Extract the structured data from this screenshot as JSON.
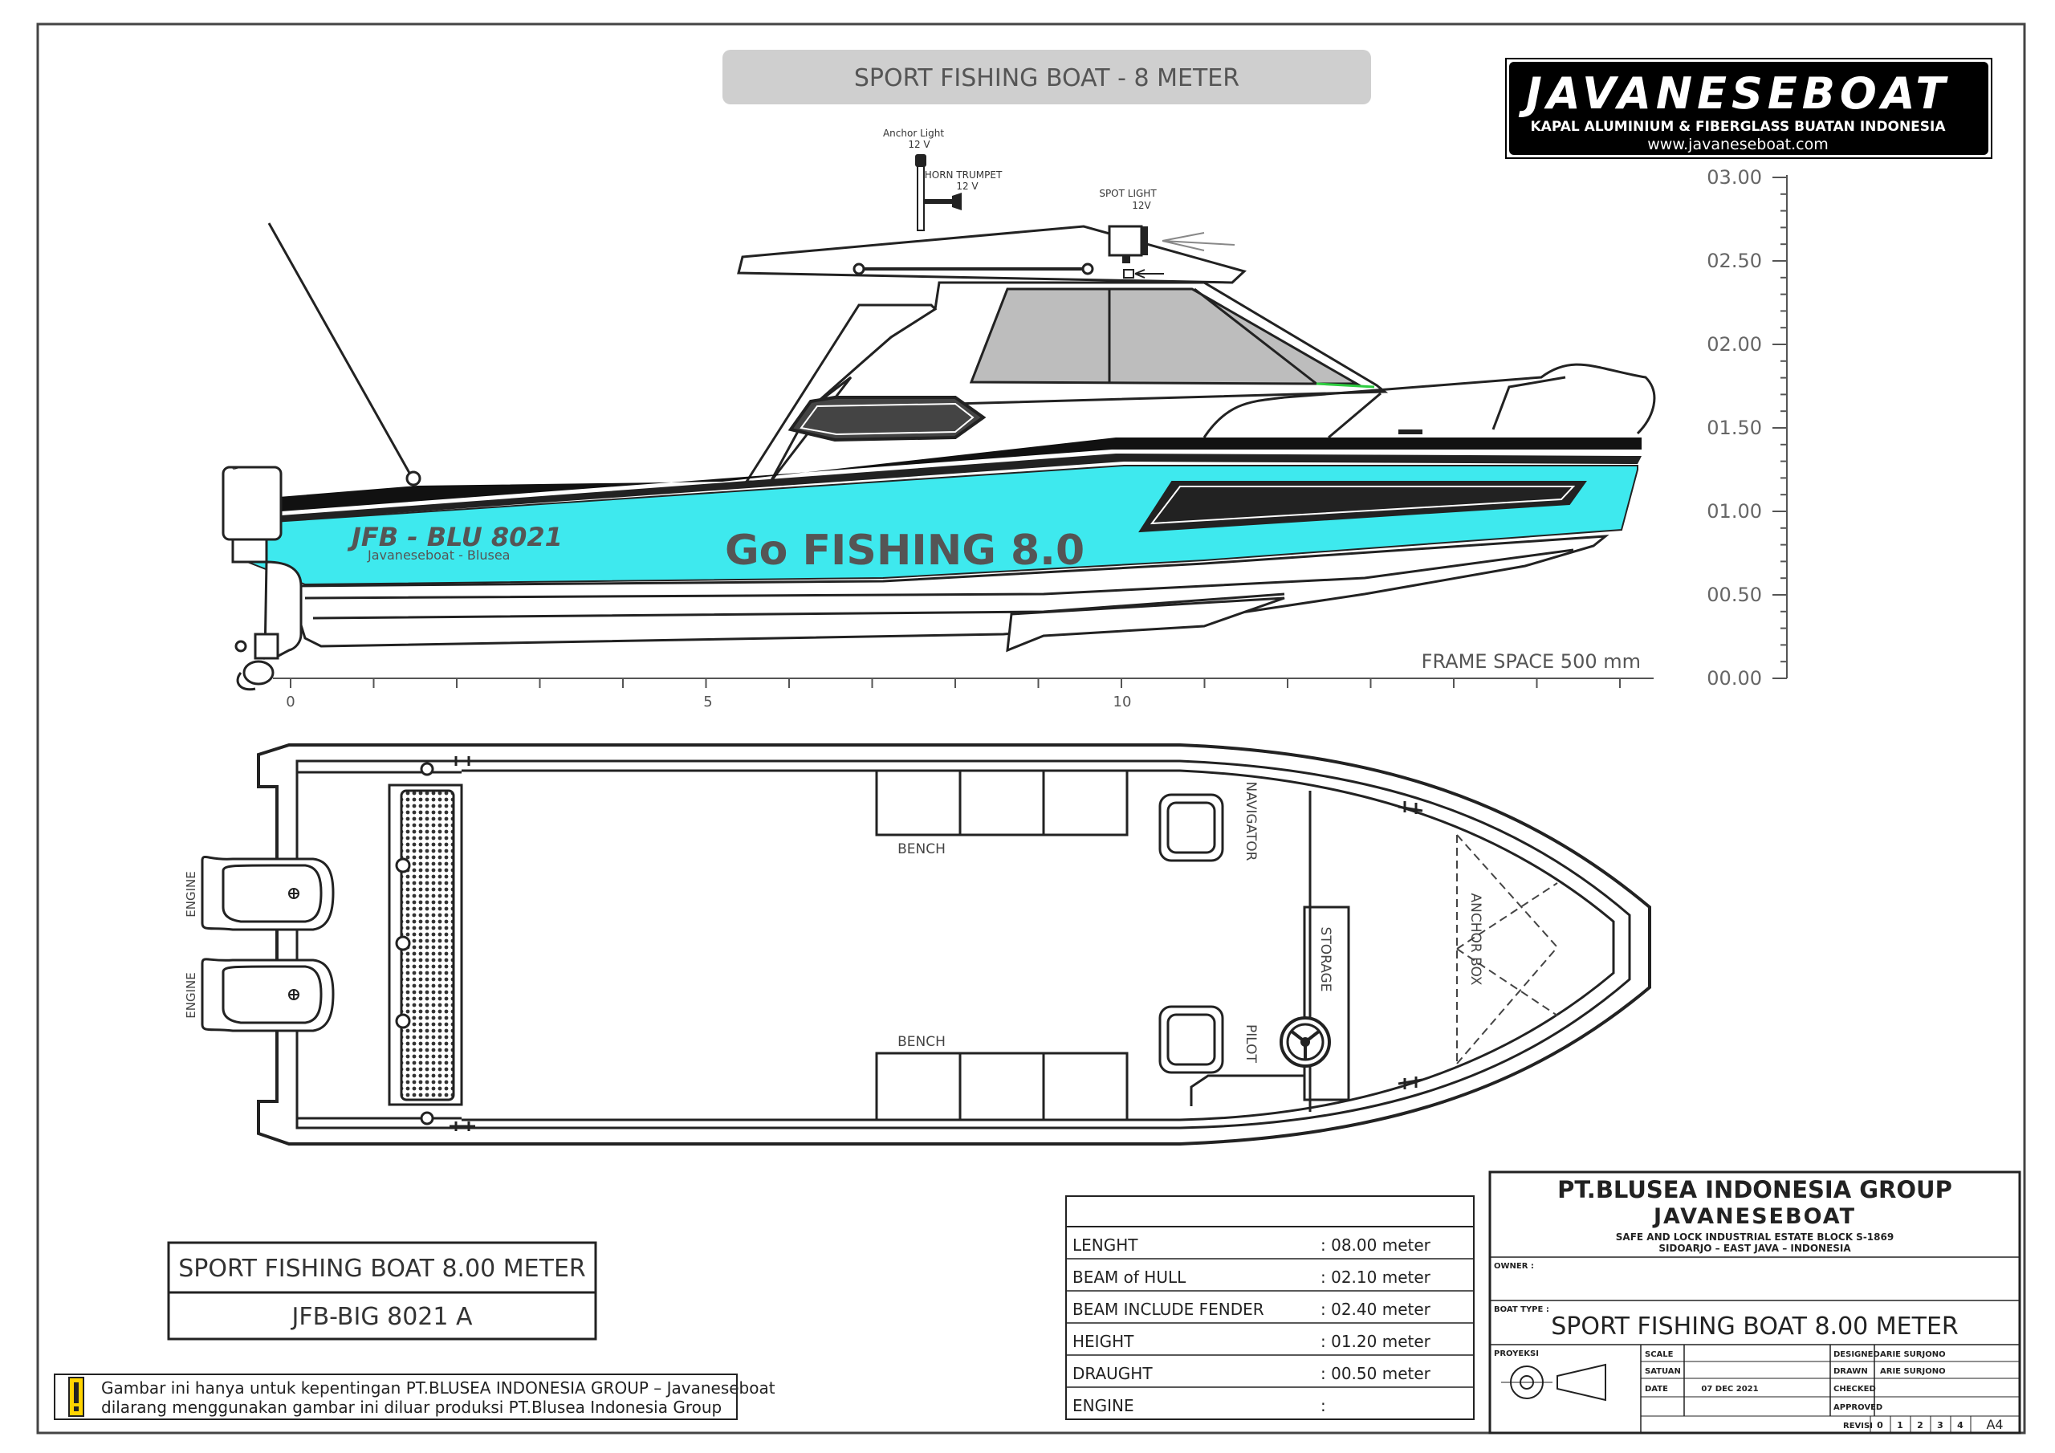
{
  "header": {
    "title": "SPORT FISHING BOAT - 8 METER"
  },
  "logo": {
    "brand": "JAVANESEBOAT",
    "tagline": "KAPAL ALUMINIUM  &  FIBERGLASS BUATAN INDONESIA",
    "url": "www.javaneseboat.com"
  },
  "side_view": {
    "anchor_light_label": "Anchor Light",
    "anchor_light_volt": "12 V",
    "horn_label": "HORN TRUMPET",
    "horn_volt": "12 V",
    "spot_label": "SPOT LIGHT",
    "spot_volt": "12V",
    "reg_number": "JFB - BLU 8021",
    "reg_sub": "Javaneseboat - Blusea",
    "hull_text": "Go FISHING 8.0",
    "frame_space": "FRAME  SPACE    500  mm",
    "frame_ticks": [
      {
        "label": "0",
        "frame": 0
      },
      {
        "label": "5",
        "frame": 5
      },
      {
        "label": "10",
        "frame": 10
      }
    ],
    "height_scale": [
      "00.00",
      "00.50",
      "01.00",
      "01.50",
      "02.00",
      "02.50",
      "03.00"
    ]
  },
  "plan_view": {
    "engine_label": "ENGINE",
    "bench_label": "BENCH",
    "navigator_label": "NAVIGATOR",
    "pilot_label": "PILOT",
    "storage_label": "STORAGE",
    "anchor_box_label": "ANCHOR BOX"
  },
  "name_box": {
    "line1": "SPORT  FISHING  BOAT  8.00  METER",
    "line2": "JFB-BIG  8021  A"
  },
  "notice": {
    "icon": "warning-icon",
    "line1": "Gambar ini hanya untuk kepentingan PT.BLUSEA INDONESIA GROUP – Javaneseboat",
    "line2": "dilarang menggunakan gambar ini diluar produksi PT.Blusea Indonesia Group"
  },
  "specs": {
    "rows": [
      {
        "label": "LENGHT",
        "value": ": 08.00  meter"
      },
      {
        "label": "BEAM  of  HULL",
        "value": ": 02.10  meter"
      },
      {
        "label": "BEAM  INCLUDE  FENDER",
        "value": ": 02.40  meter"
      },
      {
        "label": "HEIGHT",
        "value": ": 01.20  meter"
      },
      {
        "label": "DRAUGHT",
        "value": ": 00.50  meter"
      },
      {
        "label": "ENGINE",
        "value": ":"
      }
    ]
  },
  "title_block": {
    "company": "PT.BLUSEA INDONESIA GROUP",
    "brand": "JAVANESEBOAT",
    "address1": "SAFE AND LOCK INDUSTRIAL ESTATE BLOCK S-1869",
    "address2": "SIDOARJO  –  EAST JAVA  –  INDONESIA",
    "owner_label": "OWNER :",
    "boat_type_label": "BOAT TYPE :",
    "boat_type": "SPORT  FISHING  BOAT  8.00  METER",
    "proyeksi_label": "PROYEKSI",
    "scale_label": "SCALE",
    "satuan_label": "SATUAN",
    "date_label": "DATE",
    "date_value": "07 DEC 2021",
    "designed_label": "DESIGNED",
    "designed_value": "ARIE SURJONO",
    "drawn_label": "DRAWN",
    "drawn_value": "ARIE SURJONO",
    "checked_label": "CHECKED",
    "approved_label": "APPROVED",
    "revisi_label": "REVISI",
    "revisi_cells": [
      "0",
      "1",
      "2",
      "3",
      "4"
    ],
    "paper": "A4"
  },
  "colors": {
    "hull_accent": "#3ee9ee",
    "window": "#bdbdbd",
    "hull_text": "#555555",
    "title_bar": "#cfcfcf"
  }
}
